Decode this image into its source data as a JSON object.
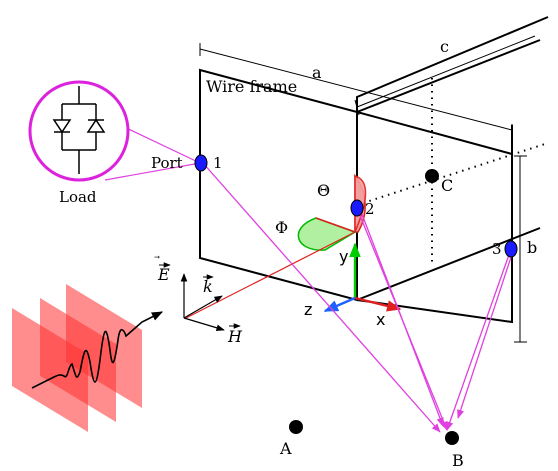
{
  "labels": {
    "wire_frame": "Wire frame",
    "port": "Port",
    "load": "Load",
    "dim_a": "a",
    "dim_b": "b",
    "dim_c": "c",
    "port1": "1",
    "port2": "2",
    "port3": "3",
    "point_a": "A",
    "point_b": "B",
    "point_c": "C",
    "theta": "Θ",
    "phi": "Φ",
    "axis_x": "x",
    "axis_y": "y",
    "axis_z": "z",
    "vec_e": "E",
    "vec_k": "k",
    "vec_h": "H"
  },
  "colors": {
    "port_blue": "#1a1aff",
    "magenta": "#e040e0",
    "axis_green": "#00cc00",
    "axis_red": "#e02020",
    "axis_blue": "#2060ff",
    "theta_fill": "#f4a0a0",
    "phi_fill": "#b0f0a0",
    "wave_red": "#ff3030"
  }
}
